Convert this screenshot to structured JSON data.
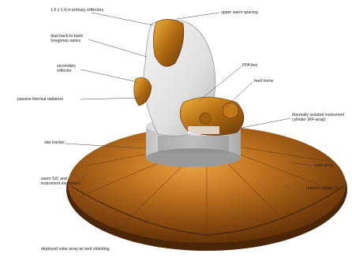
{
  "diagram": {
    "labels": {
      "feedhorns": "1.6 x 1.4 m primary reflectors",
      "upper_warm_shield": "upper warm spacing",
      "dual_back_to_back": "dual back-to-back Gregorian optics",
      "secondary_reflector": "secondary reflector",
      "passive_thermal_radiator": "passive thermal radiators",
      "fpa_box": "FPA box",
      "feed_horns": "feed horns",
      "thermally_isolated": "thermally isolated instrument cylinder (RF-wrap)",
      "star_tracker": "star tracker",
      "solar_array": "solar array",
      "warm_electronics": "warm S/C and instrument electronics",
      "reaction_wheel": "reaction wheel (3)",
      "deployed_shield": "deployed solar array w/ web shielding"
    }
  }
}
